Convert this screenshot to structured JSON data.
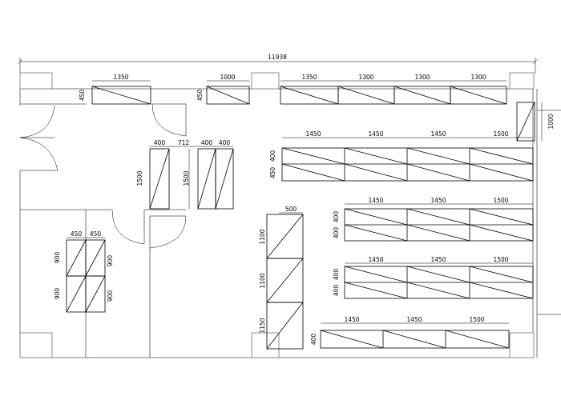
{
  "overall_dimension": "11938",
  "top_shelves": {
    "left_depth": "450",
    "left_width": "1350",
    "mid_depth": "450",
    "mid_width": "1000",
    "right_widths": [
      "1350",
      "1300",
      "1300",
      "1300"
    ]
  },
  "right_wall_unit": "1000",
  "center_units": {
    "left": {
      "width": "400",
      "height": "1500"
    },
    "gap": "712",
    "right": {
      "widths": [
        "400",
        "400"
      ],
      "height": "1500"
    }
  },
  "vertical_run": {
    "width": "500",
    "heights": [
      "1100",
      "1100",
      "1150"
    ]
  },
  "left_island": {
    "widths": [
      "450",
      "450"
    ],
    "left_heights": [
      "900",
      "900"
    ],
    "right_heights": [
      "900",
      "900"
    ]
  },
  "gondolas": [
    {
      "widths": [
        "1450",
        "1450",
        "1450",
        "1500"
      ],
      "depths": [
        "400",
        "450"
      ]
    },
    {
      "widths": [
        "1450",
        "1450",
        "1500"
      ],
      "depths": [
        "400",
        "400"
      ]
    },
    {
      "widths": [
        "1450",
        "1450",
        "1500"
      ],
      "depths": [
        "400",
        "400"
      ]
    },
    {
      "widths": [
        "1450",
        "1450",
        "1500"
      ],
      "depths": [
        "400"
      ]
    }
  ]
}
